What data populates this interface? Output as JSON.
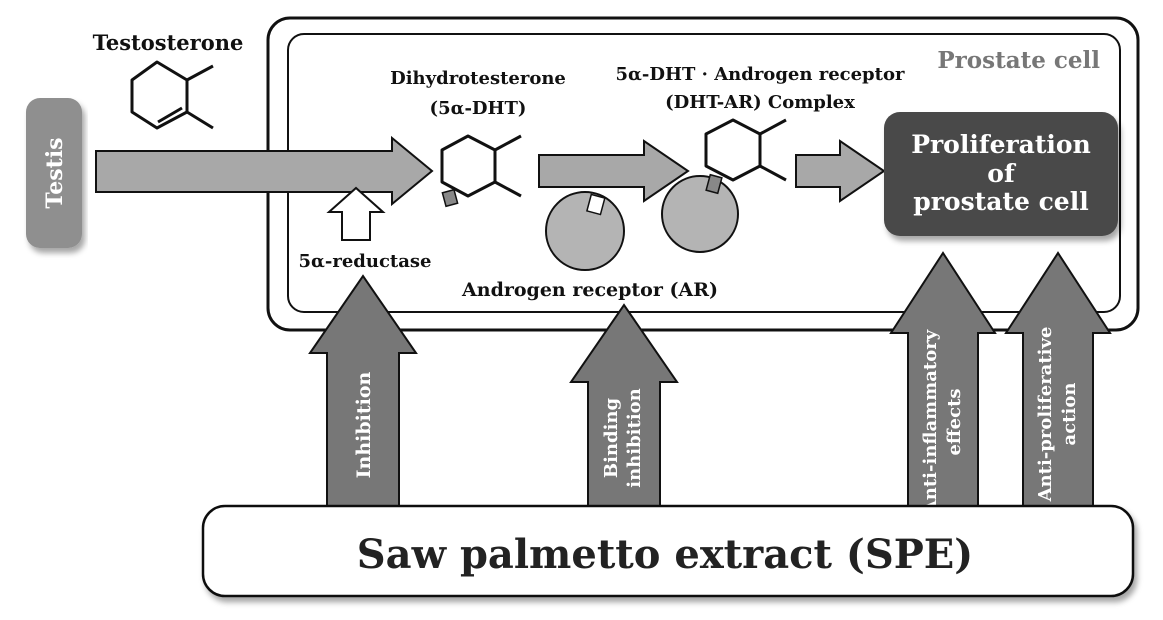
{
  "testis": {
    "label": "Testis"
  },
  "testosterone": {
    "label": "Testosterone"
  },
  "prostate_cell": {
    "label": "Prostate cell"
  },
  "dht": {
    "line1": "Dihydrotesterone",
    "line2": "(5α-DHT)"
  },
  "complex": {
    "line1": "5α-DHT · Androgen receptor",
    "line2": "(DHT-AR) Complex"
  },
  "reductase": {
    "label": "5α-reductase"
  },
  "androgen_receptor": {
    "label": "Androgen receptor (AR)"
  },
  "proliferation": {
    "line1": "Proliferation",
    "line2": "of",
    "line3": "prostate cell"
  },
  "spe": {
    "label": "Saw palmetto extract (SPE)"
  },
  "effects": {
    "inhibition": "Inhibition",
    "binding_line1": "Binding",
    "binding_line2": "inhibition",
    "anti_inflam_line1": "Anti-inflammatory",
    "anti_inflam_line2": "effects",
    "anti_prolif_line1": "Anti-proliferative",
    "anti_prolif_line2": "action"
  },
  "colors": {
    "arrow_light": "#a8a8a8",
    "arrow_dark": "#777777",
    "box_dark": "#4a4a4a",
    "receptor": "#b4b4b4",
    "testis_fill": "#8f8f8f"
  }
}
